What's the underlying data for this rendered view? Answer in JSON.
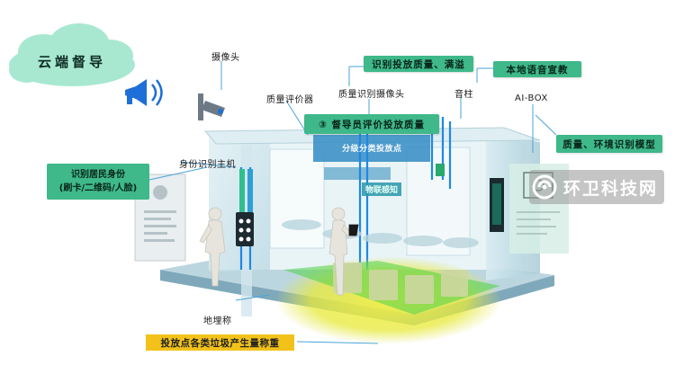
{
  "cloud": {
    "label": "云端督导"
  },
  "camera": {
    "label": "摄像头"
  },
  "top_labels": {
    "quality_evaluator": "质量评价器",
    "quality_camera": "质量识别摄像头",
    "recognize_quality": "识别投放质量、满溢",
    "local_voice": "本地语音宣教",
    "pillar": "音柱",
    "aibox": "AI-BOX",
    "supervisor_eval": "③ 督导员评价投放质量",
    "env_model": "质量、环境识别模型"
  },
  "left_labels": {
    "id_host": "身份识别主机",
    "resident_line1": "识别居民身份",
    "resident_line2": "(刷卡/二维码/人脸)"
  },
  "bottom_labels": {
    "scale": "地埋称",
    "weigh_box": "投放点各类垃圾产生量称重"
  },
  "scene_text": {
    "bin_sign": "分级分类投放点",
    "iot": "物联感知"
  },
  "watermark": {
    "text": "环卫科技网"
  },
  "colors": {
    "label_green": "#3fb88a",
    "highlight_yellow": "#f2c21b",
    "glass": "#cfe7ef",
    "line_blue": "#1e88e5"
  }
}
